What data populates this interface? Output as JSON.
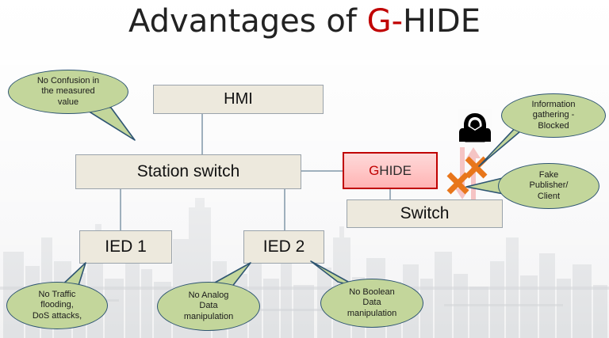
{
  "slide": {
    "title_prefix": "Advantages of ",
    "title_accent": "G-",
    "title_suffix": "HIDE",
    "background": "city-skyline-faded"
  },
  "colors": {
    "box_fill": "#EDE9DD",
    "box_border": "#9AA3AB",
    "ghide_fill": "#FFC9C9",
    "ghide_border": "#C00000",
    "callout_fill": "#C3D69B",
    "callout_border": "#2E5572",
    "connector": "#9FB0BD",
    "accent_red": "#C00000",
    "block_x": "#E8761B",
    "attack_arrow": "#F3A7A7"
  },
  "nodes": [
    {
      "id": "hmi",
      "label": "HMI"
    },
    {
      "id": "station-switch",
      "label": "Station switch"
    },
    {
      "id": "ghide",
      "label_accent": "G",
      "label_rest": "HIDE"
    },
    {
      "id": "switch",
      "label": "Switch"
    },
    {
      "id": "ied1",
      "label": "IED 1"
    },
    {
      "id": "ied2",
      "label": "IED 2"
    }
  ],
  "callouts": [
    {
      "id": "no-confusion",
      "lines": [
        "No Confusion in",
        "the measured",
        "value"
      ]
    },
    {
      "id": "info-gathering",
      "lines": [
        "Information",
        "gathering -",
        "Blocked"
      ]
    },
    {
      "id": "fake-publisher",
      "lines": [
        "Fake",
        "Publisher/",
        "Client"
      ]
    },
    {
      "id": "no-traffic-flooding",
      "lines": [
        "No Traffic",
        "flooding,",
        "DoS attacks,"
      ]
    },
    {
      "id": "no-analog-data",
      "lines": [
        "No Analog",
        "Data",
        "manipulation"
      ]
    },
    {
      "id": "no-boolean-data",
      "lines": [
        "No Boolean",
        "Data",
        "manipulation"
      ]
    }
  ],
  "icons": {
    "hacker": "hooded-hacker-with-laptop-icon",
    "block_mark_1": "orange-x-block-icon",
    "block_mark_2": "orange-x-block-icon",
    "attack_arrow_down": "attack-arrow-down-icon",
    "attack_arrow_up": "attack-arrow-up-icon"
  }
}
